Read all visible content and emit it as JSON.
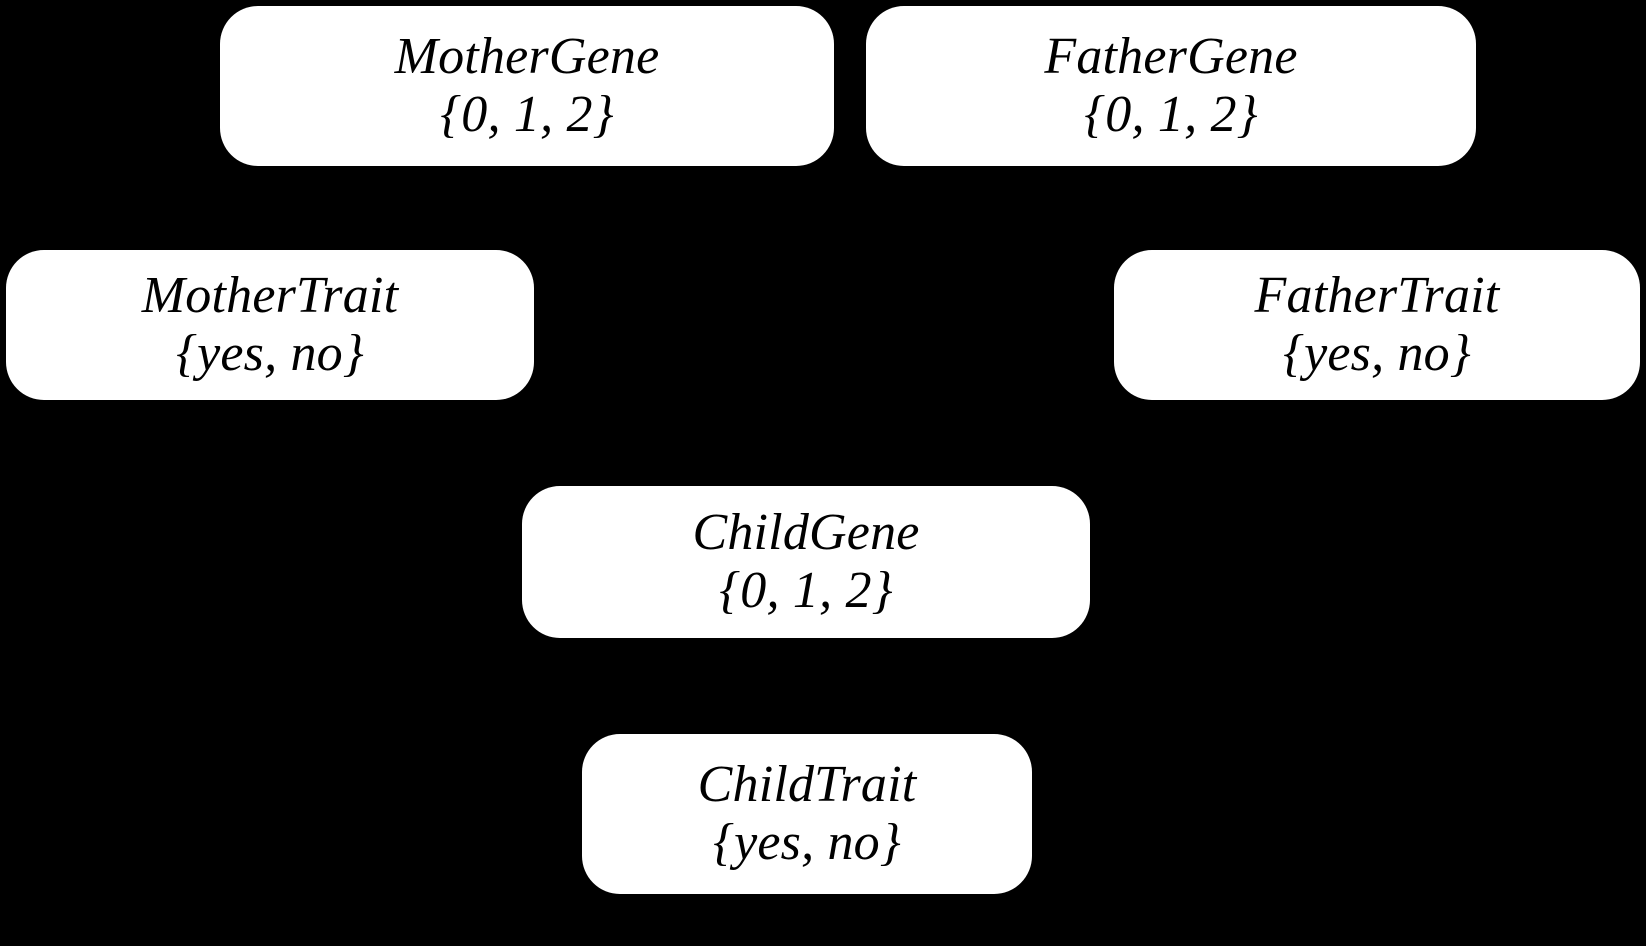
{
  "diagram": {
    "background_color": "#000000",
    "node_fill_color": "#ffffff",
    "node_text_color": "#000000",
    "nodes": [
      {
        "id": "mother-gene",
        "name": "MotherGene",
        "domain": "{0, 1, 2}"
      },
      {
        "id": "father-gene",
        "name": "FatherGene",
        "domain": "{0, 1, 2}"
      },
      {
        "id": "mother-trait",
        "name": "MotherTrait",
        "domain": "{yes, no}"
      },
      {
        "id": "father-trait",
        "name": "FatherTrait",
        "domain": "{yes, no}"
      },
      {
        "id": "child-gene",
        "name": "ChildGene",
        "domain": "{0, 1, 2}"
      },
      {
        "id": "child-trait",
        "name": "ChildTrait",
        "domain": "{yes, no}"
      }
    ]
  }
}
